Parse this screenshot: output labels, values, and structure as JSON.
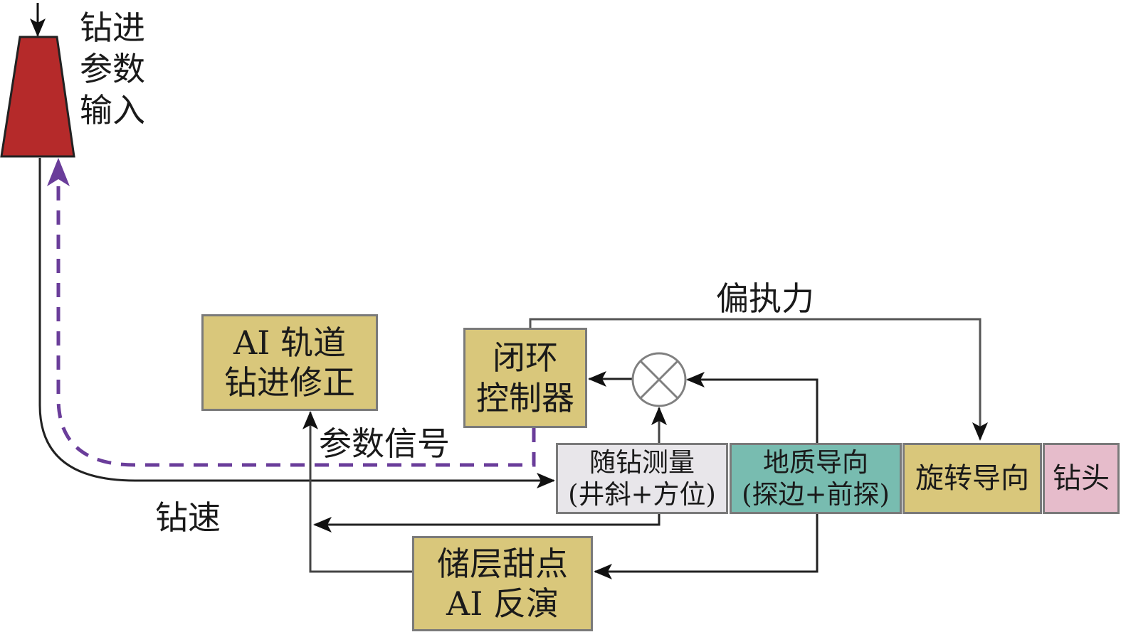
{
  "title": "AI闭环钻进控制流程示意",
  "input": {
    "label_lines": [
      "钻进",
      "参数",
      "输入"
    ],
    "color": "#b52a2a"
  },
  "boxes": {
    "ai_trajectory": {
      "lines": [
        "AI 轨道",
        "钻进修正"
      ],
      "color": "#d9c77b"
    },
    "closed_loop_controller": {
      "lines": [
        "闭环",
        "控制器"
      ],
      "color": "#d9c77b"
    },
    "mwd": {
      "lines": [
        "随钻测量",
        "(井斜+方位)"
      ],
      "color": "#e8e6ea"
    },
    "geosteering": {
      "lines": [
        "地质导向",
        "(探边+前探)"
      ],
      "color": "#78bcb0"
    },
    "rotary_steering": {
      "lines": [
        "旋转导向"
      ],
      "color": "#d9c77b"
    },
    "drill_bit": {
      "lines": [
        "钻头"
      ],
      "color": "#e6bccb"
    },
    "sweet_spot": {
      "lines": [
        "储层甜点",
        "AI 反演"
      ],
      "color": "#d9c77b"
    }
  },
  "labels": {
    "eccentric_force": "偏执力",
    "parameter_signal": "参数信号",
    "rop": "钻速"
  },
  "colors": {
    "wire": "#1a1a1a",
    "signal_dashed": "#6a3d9a",
    "comparator": "#808080"
  }
}
